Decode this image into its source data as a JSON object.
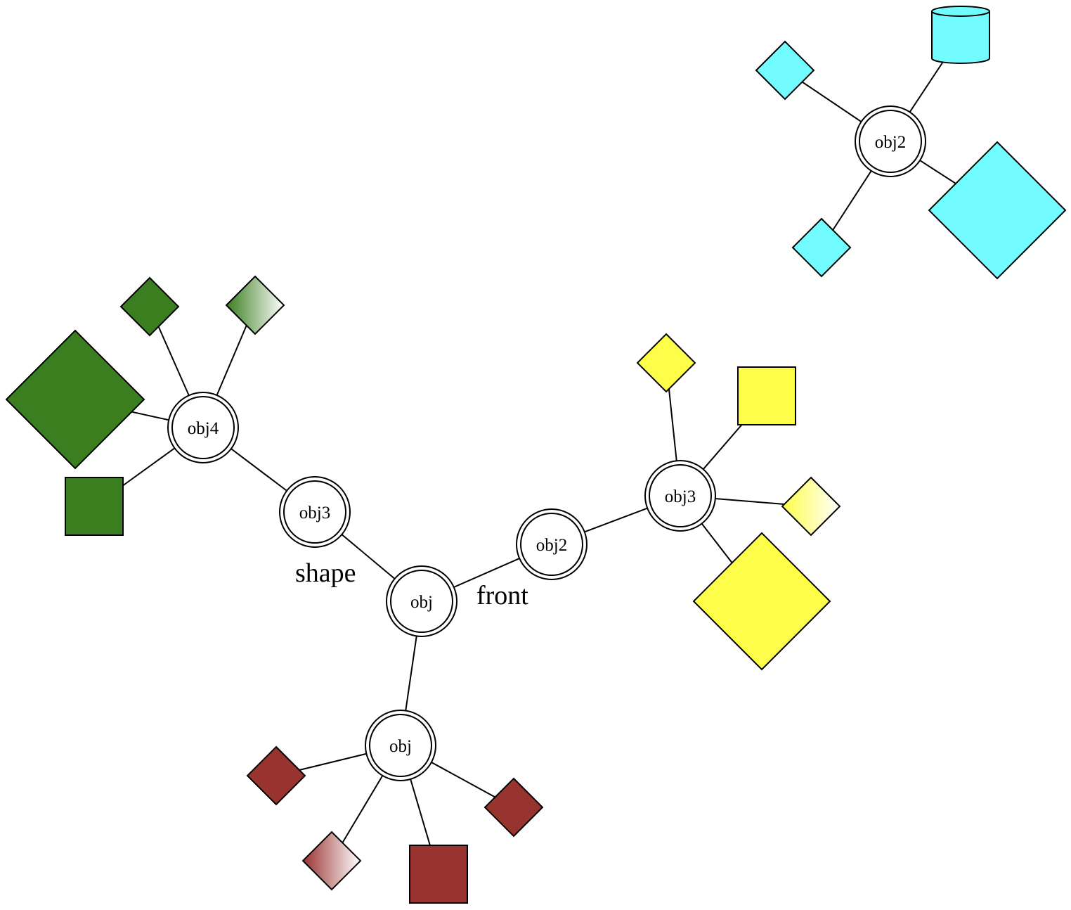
{
  "colors": {
    "hub_fill": "#a0f8d8",
    "center_fill": "#ee8858",
    "cyan": "#72fcff",
    "green": "#3a7e20",
    "yellow": "#fefe4a",
    "red": "#993330"
  },
  "edge_labels": {
    "shape": "shape",
    "front": "front"
  },
  "nodes": {
    "obj_center": "obj",
    "obj3_center": "obj3",
    "obj2_center": "obj2",
    "obj4_hub": "obj4",
    "obj3_hub": "obj3",
    "obj_hub": "obj",
    "obj2_hub": "obj2"
  }
}
